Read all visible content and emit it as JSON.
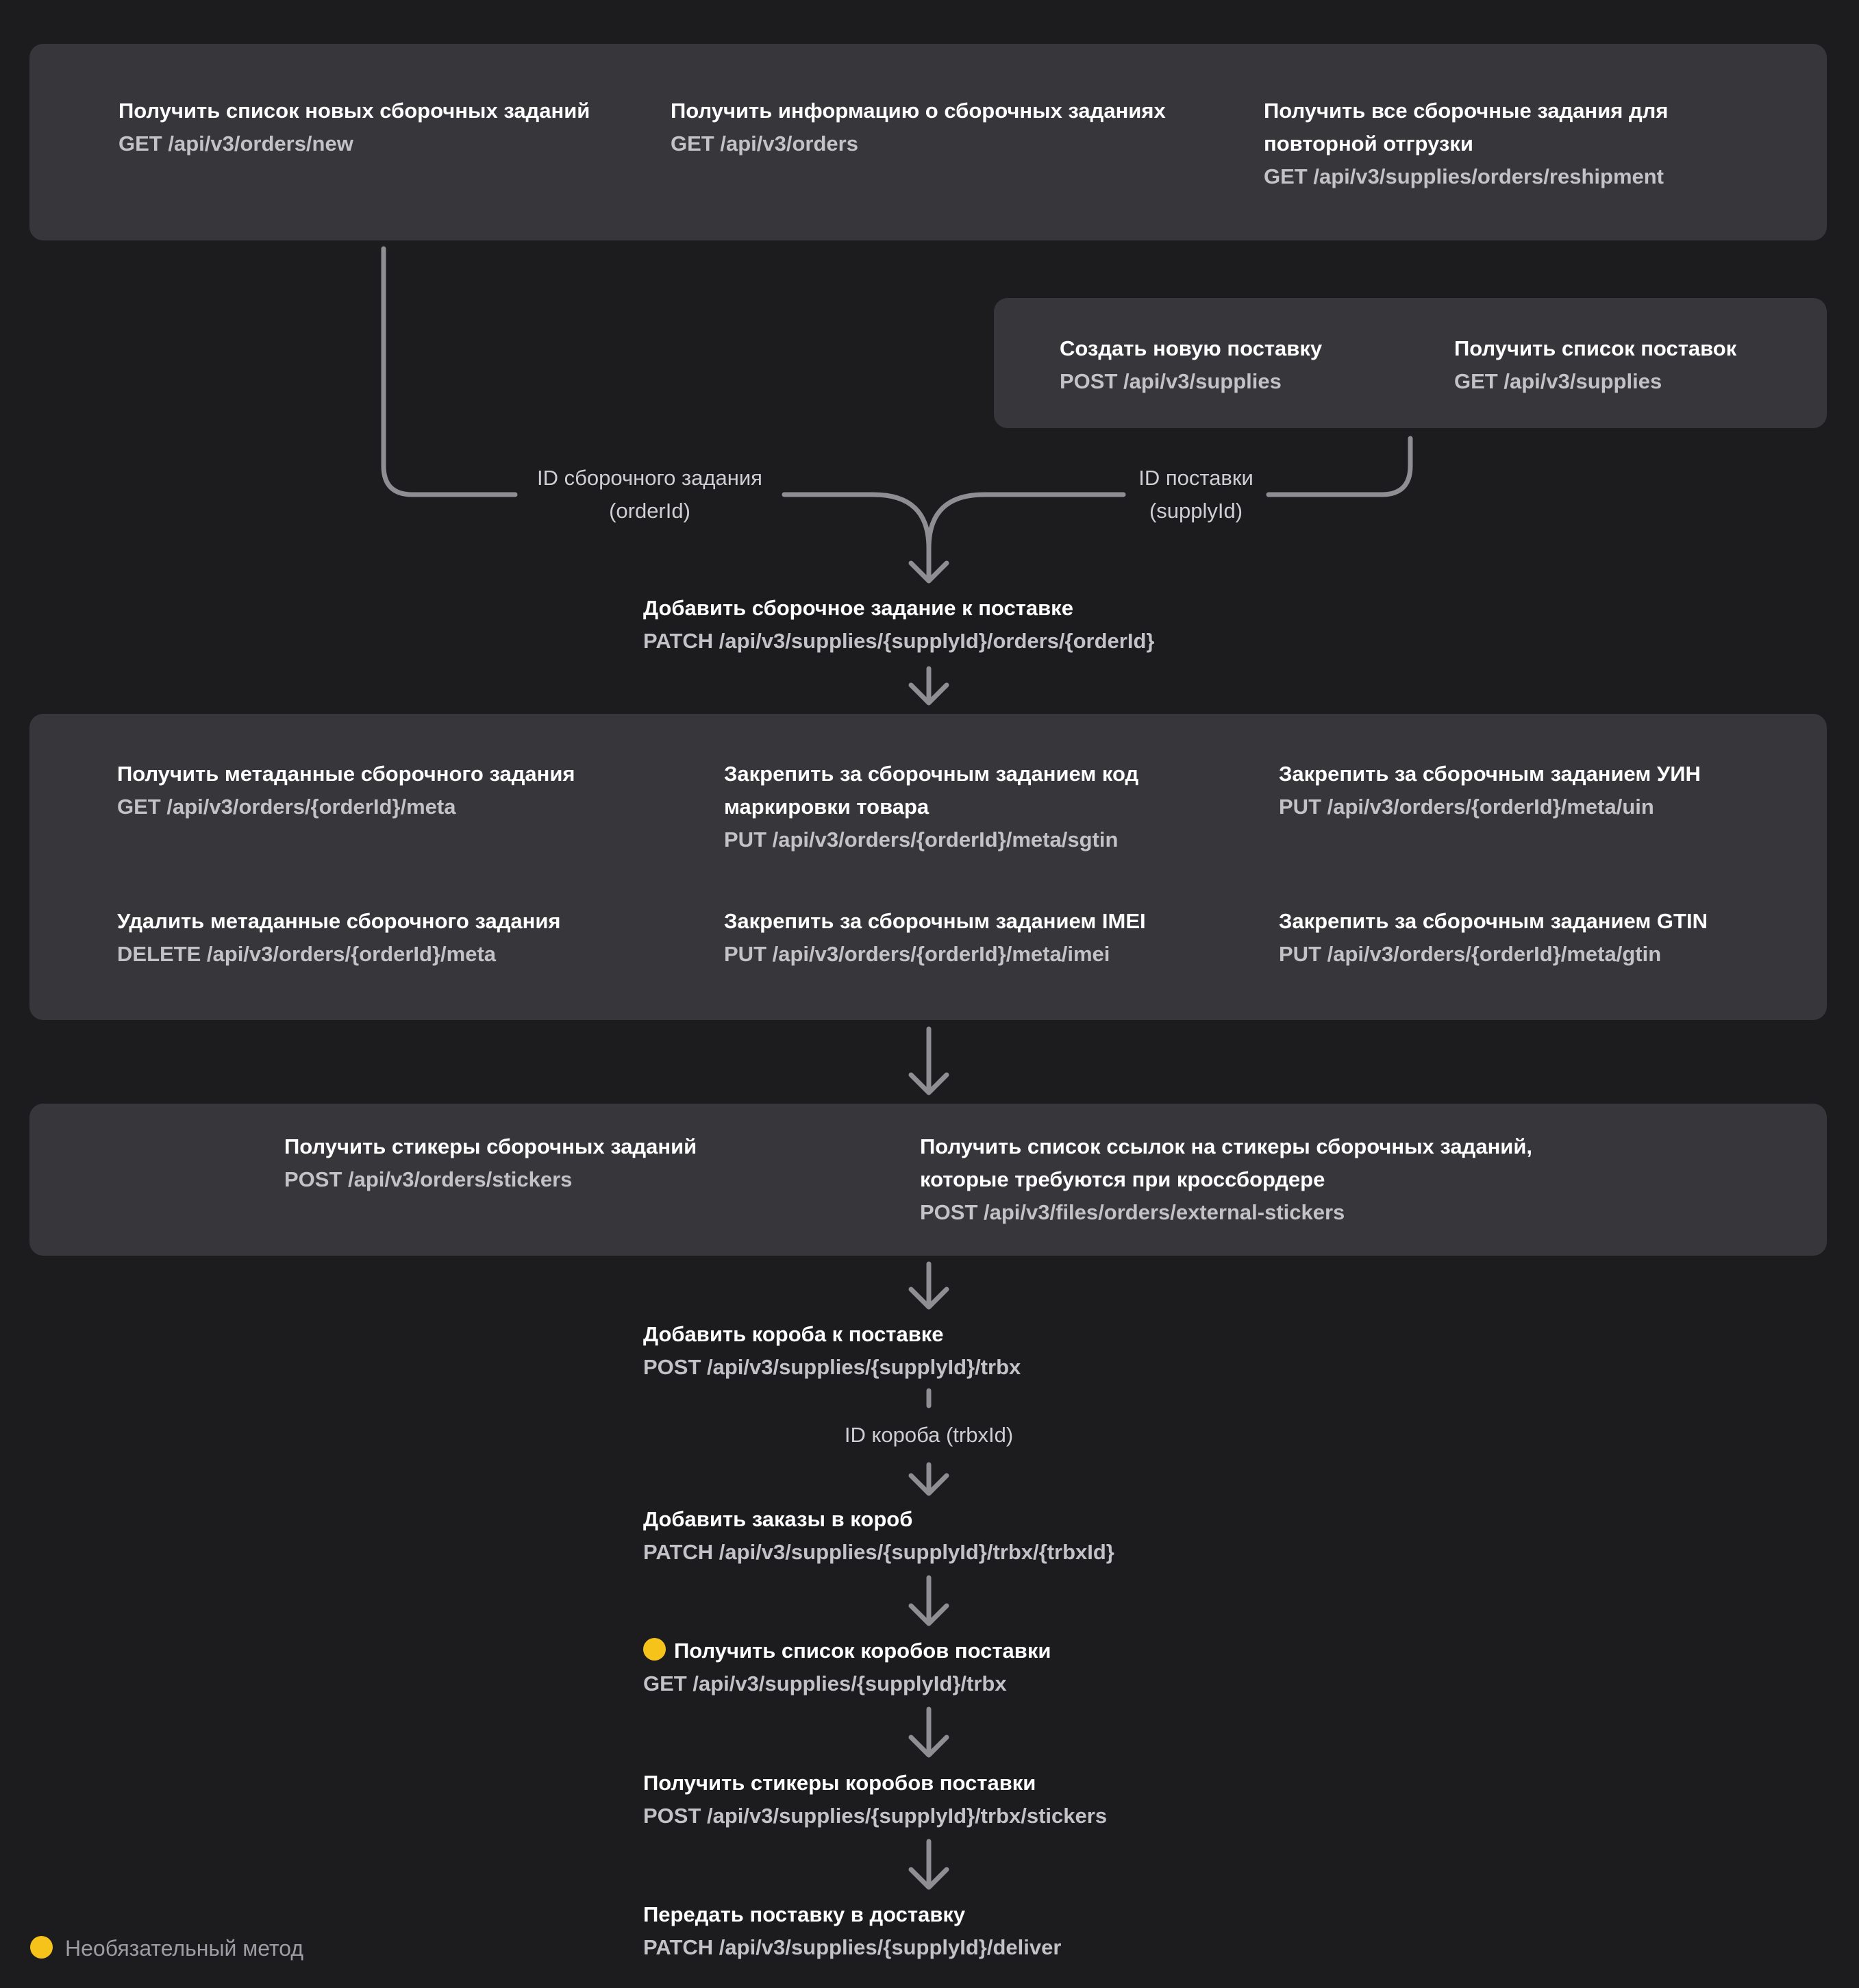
{
  "colors": {
    "background": "#1c1c1e",
    "panel": "#36363b",
    "title": "#ffffff",
    "endpoint": "#c2c2c7",
    "connector": "#8e8e93",
    "optional_marker": "#f6c31a"
  },
  "orders_panel": {
    "items": [
      {
        "title": "Получить список новых сборочных заданий",
        "endpoint": "GET /api/v3/orders/new"
      },
      {
        "title": "Получить информацию о сборочных заданиях",
        "endpoint": "GET /api/v3/orders"
      },
      {
        "title": "Получить все сборочные задания для",
        "title2": "повторной отгрузки",
        "endpoint": "GET /api/v3/supplies/orders/reshipment"
      }
    ]
  },
  "supplies_panel": {
    "items": [
      {
        "title": "Создать новую поставку",
        "endpoint": "POST /api/v3/supplies"
      },
      {
        "title": "Получить список поставок",
        "endpoint": "GET /api/v3/supplies"
      }
    ]
  },
  "labels": {
    "order_id": "ID сборочного задания",
    "order_id_param": "(orderId)",
    "supply_id": "ID поставки",
    "supply_id_param": "(supplyId)",
    "trbx_id": "ID короба (trbxId)"
  },
  "add_order": {
    "title": "Добавить сборочное задание к поставке",
    "endpoint": "PATCH /api/v3/supplies/{supplyId}/orders/{orderId}"
  },
  "meta_panel": {
    "items": [
      {
        "title": "Получить метаданные сборочного задания",
        "endpoint": "GET /api/v3/orders/{orderId}/meta"
      },
      {
        "title": "Закрепить за сборочным заданием код",
        "title2": "маркировки товара",
        "endpoint": "PUT /api/v3/orders/{orderId}/meta/sgtin"
      },
      {
        "title": "Закрепить за сборочным заданием УИН",
        "endpoint": "PUT /api/v3/orders/{orderId}/meta/uin"
      },
      {
        "title": "Удалить метаданные сборочного задания",
        "endpoint": "DELETE /api/v3/orders/{orderId}/meta"
      },
      {
        "title": "Закрепить за сборочным заданием IMEI",
        "endpoint": "PUT /api/v3/orders/{orderId}/meta/imei"
      },
      {
        "title": "Закрепить за сборочным заданием GTIN",
        "endpoint": "PUT /api/v3/orders/{orderId}/meta/gtin"
      }
    ]
  },
  "stickers_panel": {
    "items": [
      {
        "title": "Получить стикеры сборочных заданий",
        "endpoint": "POST /api/v3/orders/stickers"
      },
      {
        "title": "Получить список ссылок на стикеры сборочных заданий,",
        "title2": "которые требуются при кроссбордере",
        "endpoint": "POST /api/v3/files/orders/external-stickers"
      }
    ]
  },
  "add_boxes": {
    "title": "Добавить короба к поставке",
    "endpoint": "POST /api/v3/supplies/{supplyId}/trbx"
  },
  "add_to_box": {
    "title": "Добавить заказы в короб",
    "endpoint": "PATCH /api/v3/supplies/{supplyId}/trbx/{trbxId}"
  },
  "box_list": {
    "title": "Получить список коробов поставки",
    "endpoint": "GET /api/v3/supplies/{supplyId}/trbx",
    "optional": true
  },
  "box_stickers": {
    "title": "Получить стикеры коробов поставки",
    "endpoint": "POST /api/v3/supplies/{supplyId}/trbx/stickers"
  },
  "deliver": {
    "title": "Передать поставку в доставку",
    "endpoint": "PATCH /api/v3/supplies/{supplyId}/deliver"
  },
  "legend": {
    "optional_label": "Необязательный метод"
  }
}
